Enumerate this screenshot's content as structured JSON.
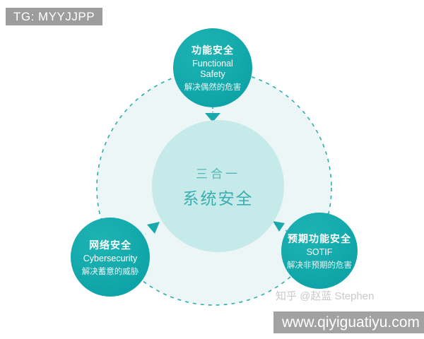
{
  "badge": {
    "text": "TG: MYYJJPP"
  },
  "diagram": {
    "center": {
      "line1": "三合一",
      "line2": "系统安全"
    },
    "nodes": [
      {
        "id": "functional-safety",
        "title": "功能安全",
        "subtitle": "Functional Safety",
        "desc": "解决偶然的危害"
      },
      {
        "id": "cybersecurity",
        "title": "网络安全",
        "subtitle": "Cybersecurity",
        "desc": "解决蓄意的威胁"
      },
      {
        "id": "sotif",
        "title": "预期功能安全",
        "subtitle": "SOTIF",
        "desc": "解决非预期的危害"
      }
    ]
  },
  "watermark": {
    "text": "知乎 @赵蓝 Stephen"
  },
  "footer": {
    "url": "www.qiyiguatiyu.com"
  },
  "colors": {
    "node_teal": "#12a8aa",
    "center_circle_fill": "#c6e9e9",
    "outer_ring_fill": "#edf6f7",
    "outer_ring_stroke": "#2fadae",
    "center_text": "#3aaeb0",
    "badge_gray": "#9d9d9d",
    "url_bar_gray": "#a2a2a2",
    "watermark_gray": "#c9c9c9",
    "background": "#ffffff"
  }
}
